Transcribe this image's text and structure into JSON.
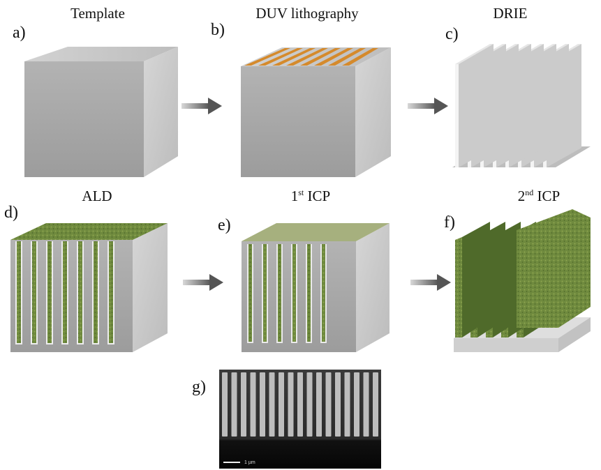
{
  "titles": {
    "a": "Template",
    "b": "DUV lithography",
    "c": "DRIE",
    "d": "ALD",
    "e_base": "1",
    "e_sup": "st",
    "e_rest": " ICP",
    "f_base": "2",
    "f_sup": "nd",
    "f_rest": " ICP"
  },
  "panels": {
    "a": "a)",
    "b": "b)",
    "c": "c)",
    "d": "d)",
    "e": "e)",
    "f": "f)",
    "g": "g)"
  },
  "sem": {
    "scale_label": "1 µm"
  },
  "colors": {
    "block_top": "#c9c9c9",
    "block_front": "#a9a9a9",
    "block_side": "#c7c7c7",
    "resist": "#d58a2c",
    "film": "#6f8a3e",
    "film_dark": "#4f6a2a",
    "arrow": "#555555"
  }
}
